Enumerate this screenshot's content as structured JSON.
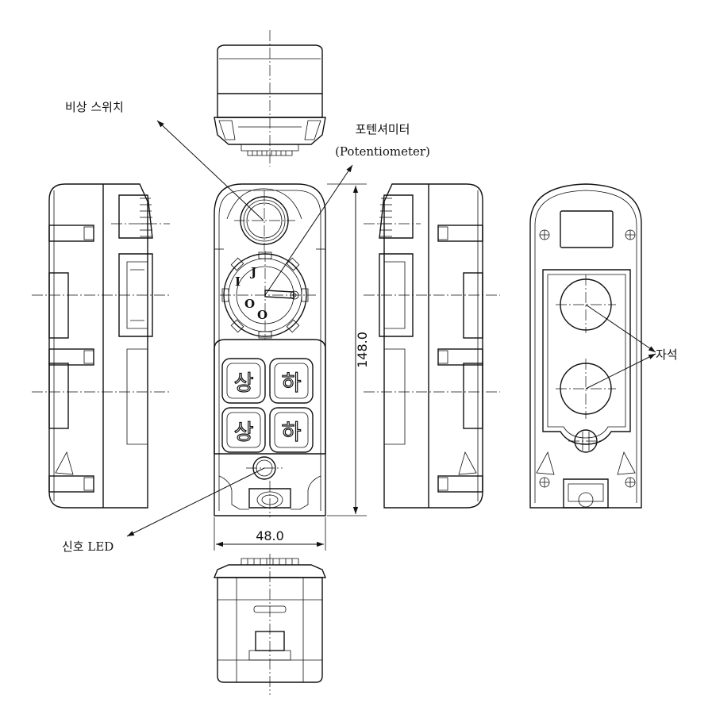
{
  "labels": {
    "emergency_switch": "비상 스위치",
    "potentiometer_ko": "포텐셔미터",
    "potentiometer_en": "(Potentiometer)",
    "magnet": "자석",
    "signal_led": "신호 LED"
  },
  "dimensions": {
    "height": "148.0",
    "width": "48.0"
  },
  "buttons": {
    "up_1": "상",
    "down_1": "하",
    "up_2": "상",
    "down_2": "하"
  },
  "dial_marks": {
    "m1": "I",
    "m2": "O",
    "m3": "J",
    "m4": "O"
  }
}
